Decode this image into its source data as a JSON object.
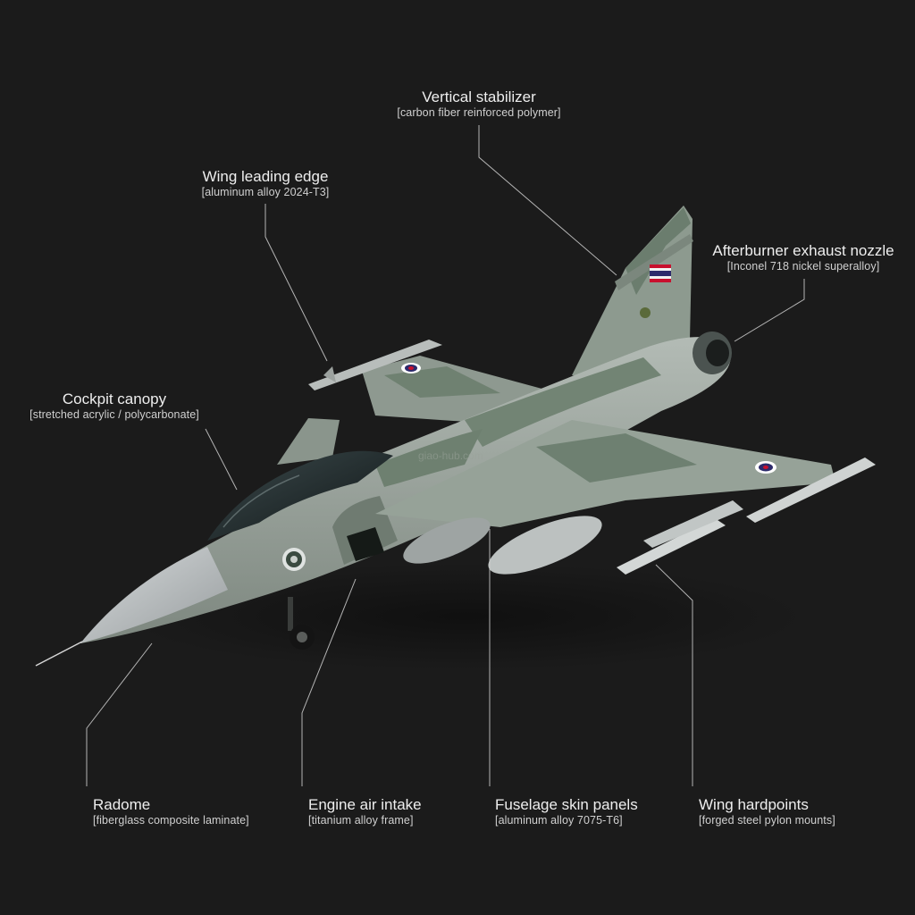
{
  "labels": {
    "vertical_stabilizer": {
      "title": "Vertical stabilizer",
      "material": "[carbon fiber reinforced polymer]"
    },
    "wing_leading_edge": {
      "title": "Wing leading edge",
      "material": "[aluminum alloy 2024-T3]"
    },
    "afterburner": {
      "title": "Afterburner exhaust nozzle",
      "material": "[Inconel 718 nickel superalloy]"
    },
    "cockpit_canopy": {
      "title": "Cockpit canopy",
      "material": "[stretched acrylic / polycarbonate]"
    },
    "radome": {
      "title": "Radome",
      "material": "[fiberglass composite laminate]"
    },
    "engine_air_intake": {
      "title": "Engine air intake",
      "material": "[titanium alloy frame]"
    },
    "fuselage_skin": {
      "title": "Fuselage skin panels",
      "material": "[aluminum alloy 7075-T6]"
    },
    "wing_hardpoints": {
      "title": "Wing hardpoints",
      "material": "[forged steel pylon mounts]"
    }
  },
  "watermark": "giao-hub.com",
  "colors": {
    "background": "#1b1b1b",
    "camo_light": "#a3aca5",
    "camo_dark": "#6d7f70",
    "radome": "#b9bdbe",
    "leader_lines": "#cfcfcf"
  },
  "insignia": {
    "flag": "Thailand",
    "roundel": "Royal Thai Air Force"
  }
}
